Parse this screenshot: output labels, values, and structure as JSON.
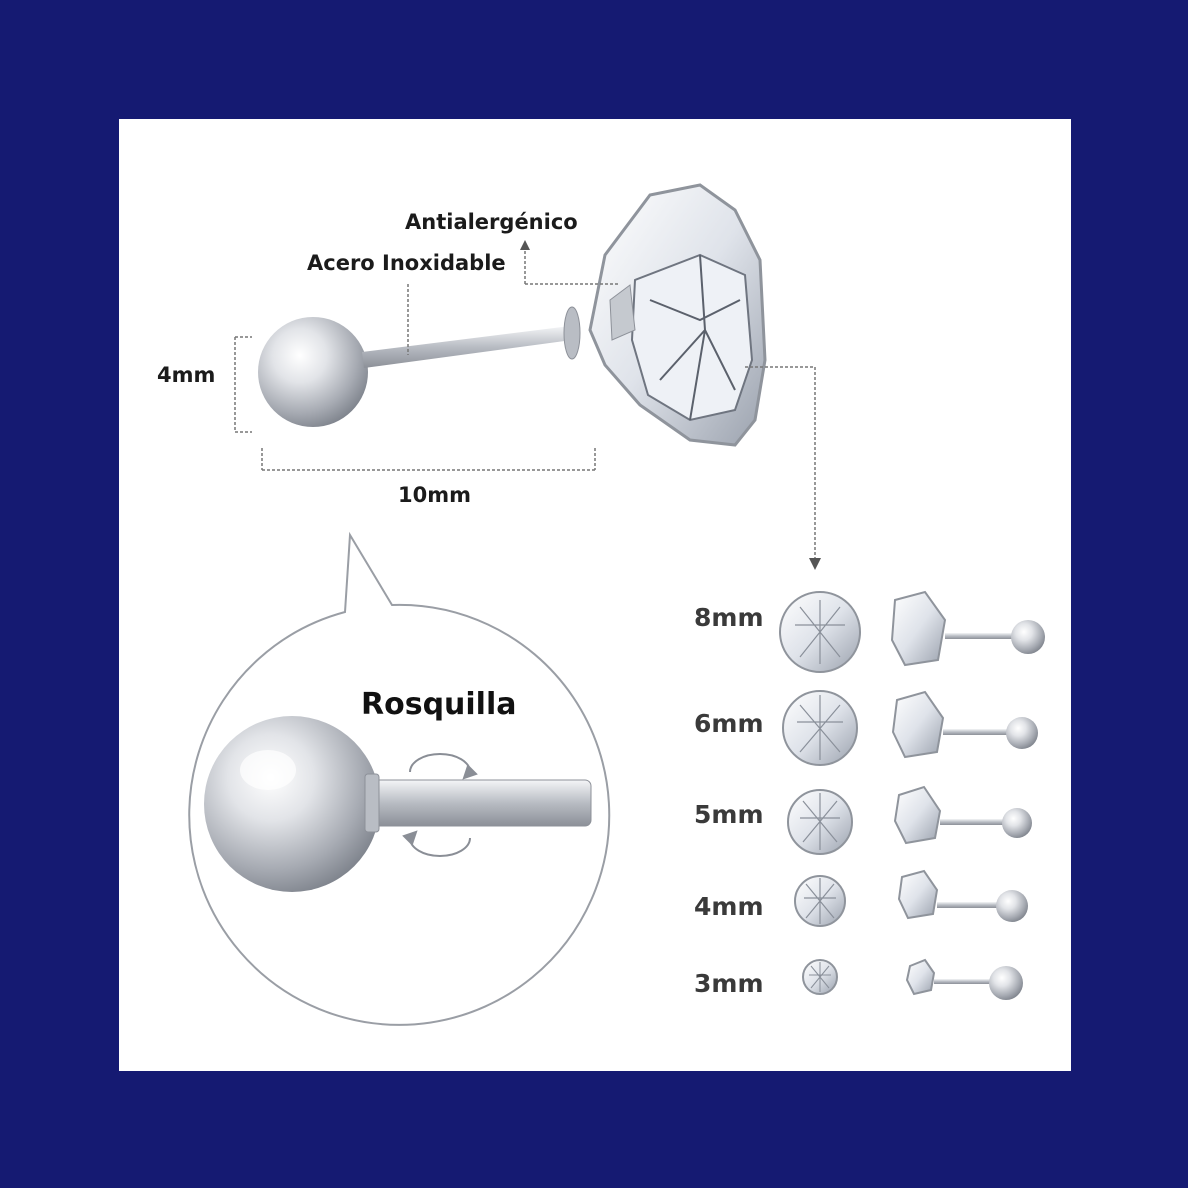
{
  "colors": {
    "frame": "#151a72",
    "card": "#ffffff",
    "metal": "#c9ccd1",
    "text": "#1b1b1b"
  },
  "labels": {
    "hypoallergenic": "Antialergénico",
    "material": "Acero Inoxidable",
    "ball_size": "4mm",
    "post_length": "10mm",
    "thread": "Rosquilla"
  },
  "sizes": [
    "8mm",
    "6mm",
    "5mm",
    "4mm",
    "3mm"
  ]
}
